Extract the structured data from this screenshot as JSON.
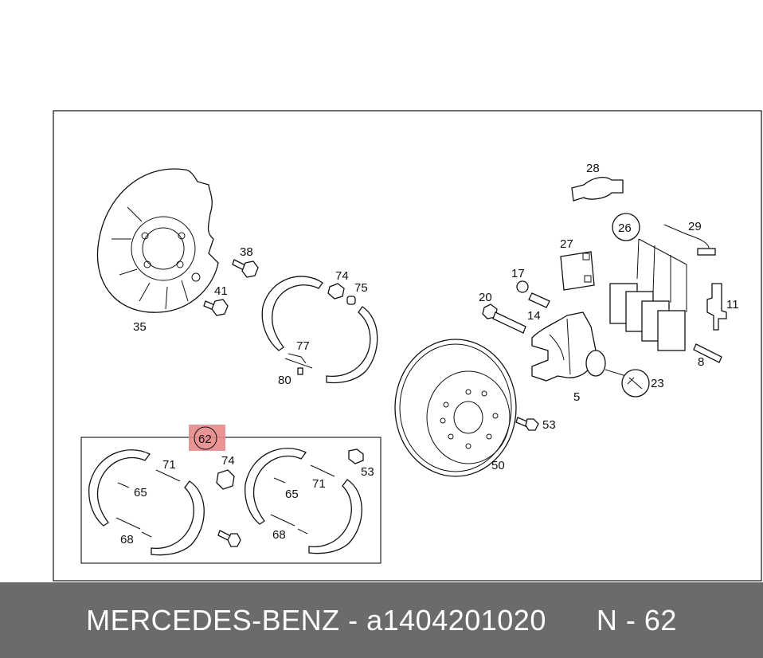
{
  "footer": {
    "brand": "MERCEDES-BENZ",
    "separator": " - ",
    "part_number": "a1404201020",
    "diagram_ref": "N - 62"
  },
  "highlight_color": "#e88a8a",
  "callouts": {
    "c35": "35",
    "c38": "38",
    "c41": "41",
    "c74a": "74",
    "c75": "75",
    "c77": "77",
    "c80": "80",
    "c28": "28",
    "c26": "26",
    "c29": "29",
    "c27": "27",
    "c17": "17",
    "c20": "20",
    "c14": "14",
    "c11": "11",
    "c8": "8",
    "c23": "23",
    "c5": "5",
    "c53a": "53",
    "c50": "50",
    "c62": "62",
    "c71a": "71",
    "c74b": "74",
    "c53b": "53",
    "c65a": "65",
    "c65b": "65",
    "c71b": "71",
    "c68a": "68",
    "c68b": "68"
  }
}
